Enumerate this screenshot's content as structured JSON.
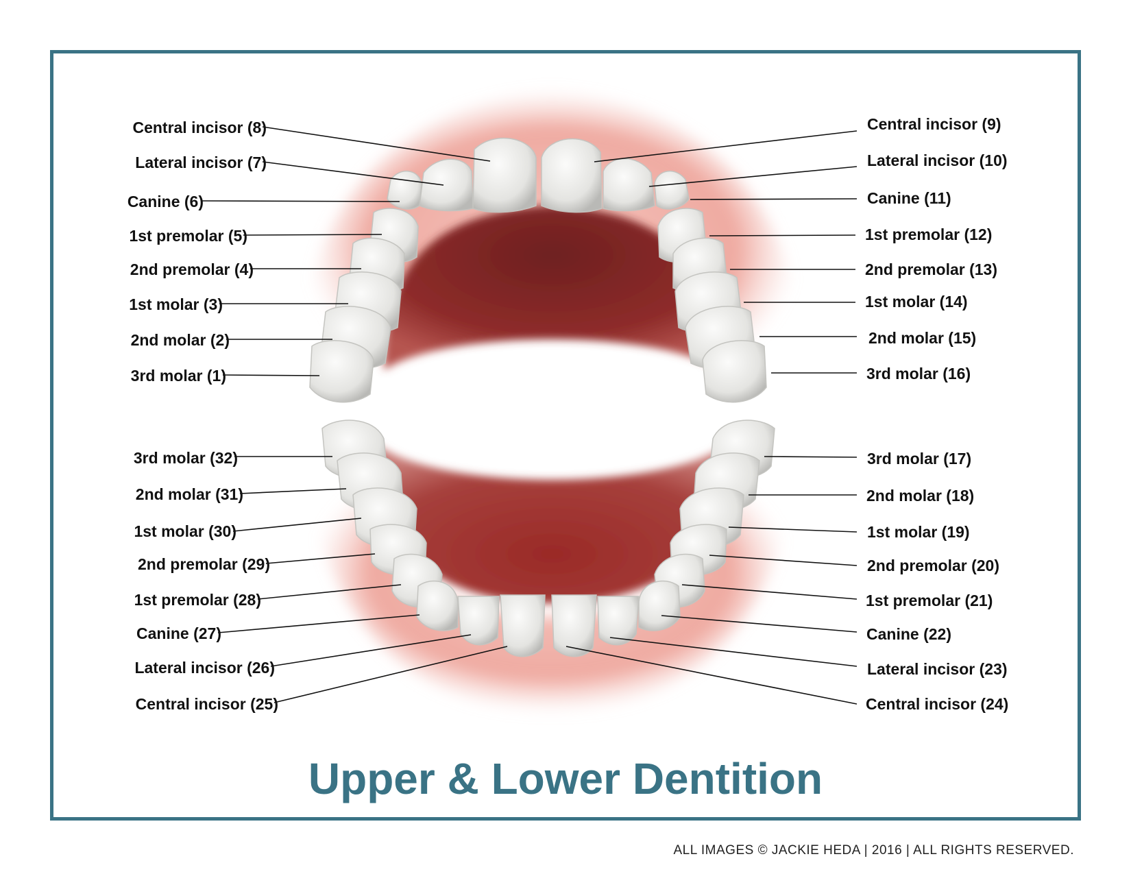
{
  "title": "Upper & Lower Dentition",
  "copyright": "ALL IMAGES © JACKIE HEDA | 2016 | ALL RIGHTS RESERVED.",
  "colors": {
    "frame": "#3a7385",
    "title": "#3a7385",
    "gum": "#f2b5ad",
    "mouth": "#8a2a28",
    "tooth": "#eeeeec"
  },
  "upper_left_labels": [
    "Central incisor (8)",
    "Lateral incisor (7)",
    "Canine (6)",
    "1st premolar (5)",
    "2nd premolar (4)",
    "1st molar (3)",
    "2nd molar (2)",
    "3rd molar (1)"
  ],
  "upper_right_labels": [
    "Central incisor (9)",
    "Lateral incisor (10)",
    "Canine (11)",
    "1st premolar (12)",
    "2nd premolar (13)",
    "1st molar (14)",
    "2nd molar (15)",
    "3rd molar (16)"
  ],
  "lower_left_labels": [
    "3rd molar (32)",
    "2nd molar (31)",
    "1st molar (30)",
    "2nd premolar (29)",
    "1st premolar (28)",
    "Canine (27)",
    "Lateral incisor (26)",
    "Central incisor (25)"
  ],
  "lower_right_labels": [
    "3rd molar (17)",
    "2nd molar (18)",
    "1st molar (19)",
    "2nd premolar (20)",
    "1st premolar (21)",
    "Canine (22)",
    "Lateral incisor (23)",
    "Central incisor (24)"
  ]
}
